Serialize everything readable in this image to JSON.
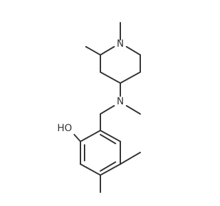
{
  "structure": {
    "atom_labels": {
      "piperidine_nitrogen": "N",
      "amine_nitrogen": "N",
      "hydroxyl": "HO"
    },
    "colors": {
      "line": "#333333",
      "background": "#ffffff"
    }
  }
}
